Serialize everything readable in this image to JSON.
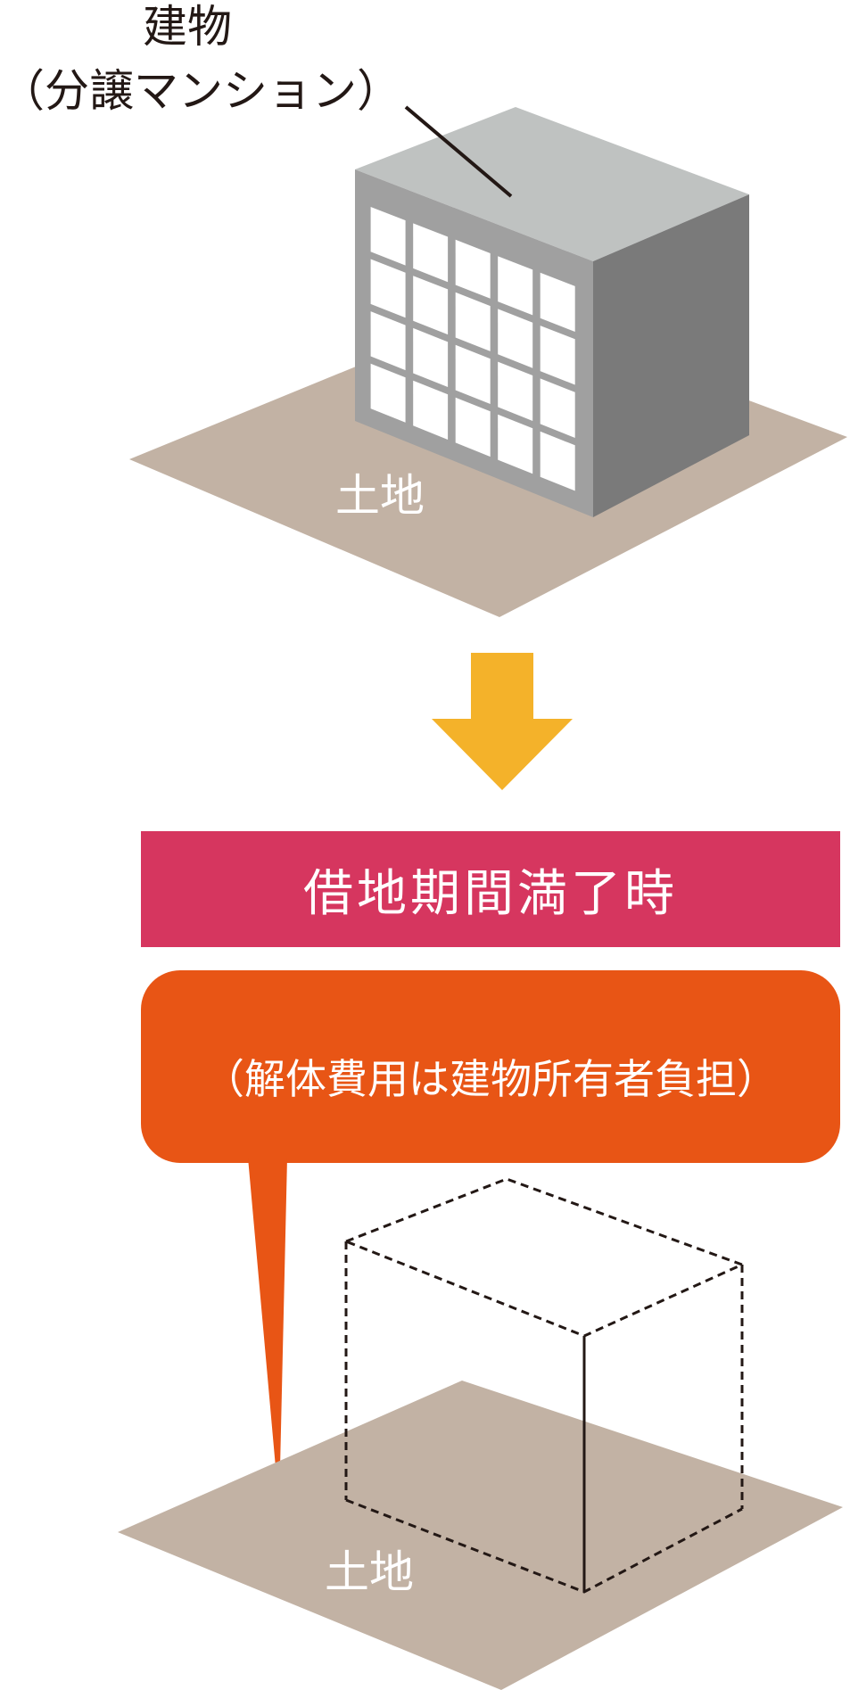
{
  "building": {
    "title": "建物",
    "subtitle": "（分譲マンション）"
  },
  "land": {
    "top_label": "土地",
    "bottom_label": "土地"
  },
  "banner": {
    "text": "借地期間満了時"
  },
  "callout": {
    "text": "（解体費用は建物所有者負担）"
  },
  "colors": {
    "land": "#c2b2a4",
    "building_top": "#bfc2c1",
    "building_front": "#a0a0a0",
    "building_side": "#7a7a7a",
    "window": "#ffffff",
    "arrow": "#f4b22a",
    "banner": "#d6365f",
    "callout": "#e85515",
    "text_dark": "#231815",
    "dashed_outline": "#231815"
  },
  "icons": {
    "arrow": "down-arrow-icon",
    "building": "apartment-building-icon"
  }
}
